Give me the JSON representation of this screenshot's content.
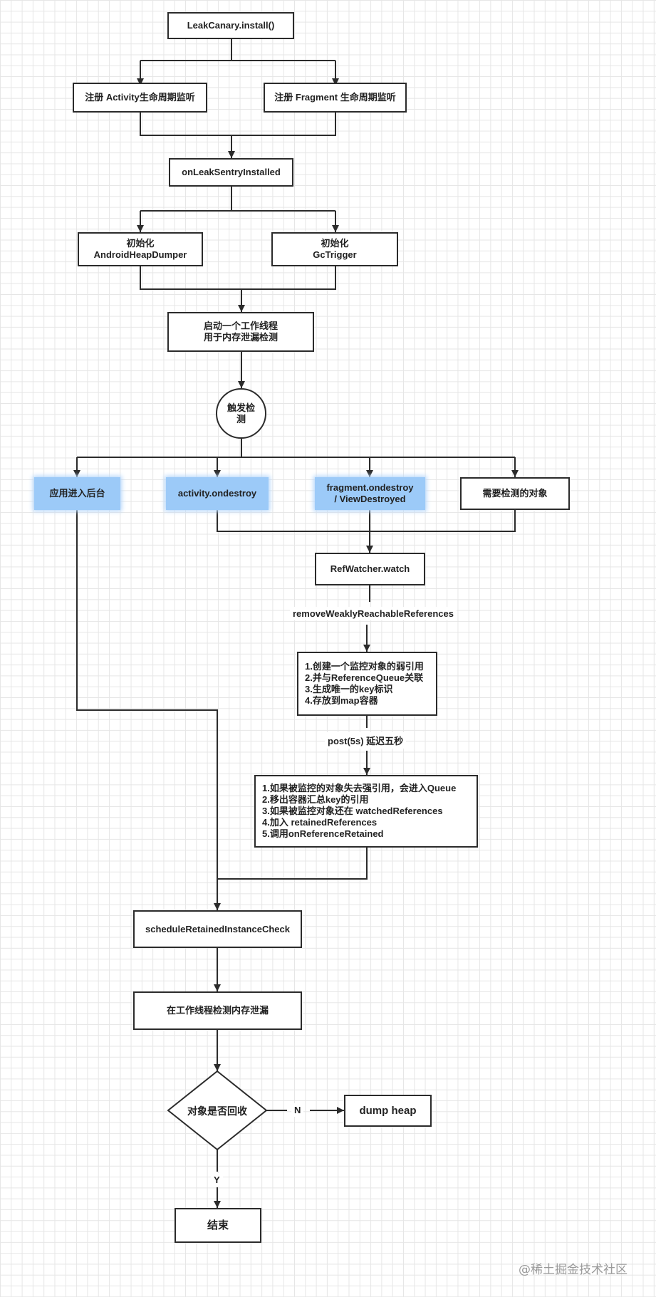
{
  "nodes": {
    "install": "LeakCanary.install()",
    "reg_activity": "注册 Activity生命周期监听",
    "reg_fragment": "注册 Fragment 生命周期监听",
    "sentry_installed": "onLeakSentryInstalled",
    "init_heap_dumper": "初始化\nAndroidHeapDumper",
    "init_gc_trigger": "初始化\nGcTrigger",
    "start_worker": "启动一个工作线程\n用于内存泄漏检测",
    "trigger": "触发检\n测",
    "app_background": "应用进入后台",
    "activity_destroy": "activity.ondestroy",
    "fragment_destroy": "fragment.ondestroy\n/ ViewDestroyed",
    "objects_to_check": "需要检测的对象",
    "refwatcher_watch": "RefWatcher.watch",
    "watch_steps": "1.创建一个监控对象的弱引用\n2.并与ReferenceQueue关联\n3.生成唯一的key标识\n4.存放到map容器",
    "retained_steps": "1.如果被监控的对象失去强引用，会进入Queue\n2.移出容器汇总key的引用\n3.如果被监控对象还在 watchedReferences\n4.加入 retainedReferences\n5.调用onReferenceRetained",
    "schedule_check": "scheduleRetainedInstanceCheck",
    "worker_detect": "在工作线程检测内存泄漏",
    "is_collected": "对象是否回收",
    "dump_heap": "dump heap",
    "end": "结束"
  },
  "edge_labels": {
    "remove_weakly": "removeWeaklyReachableReferences",
    "post_delay": "post(5s) 延迟五秒",
    "no": "N",
    "yes": "Y"
  },
  "colors": {
    "highlight": "#9ccaf8",
    "line": "#2b2b2b",
    "grid": "#e6e6e6"
  },
  "watermark": "@稀土掘金技术社区"
}
